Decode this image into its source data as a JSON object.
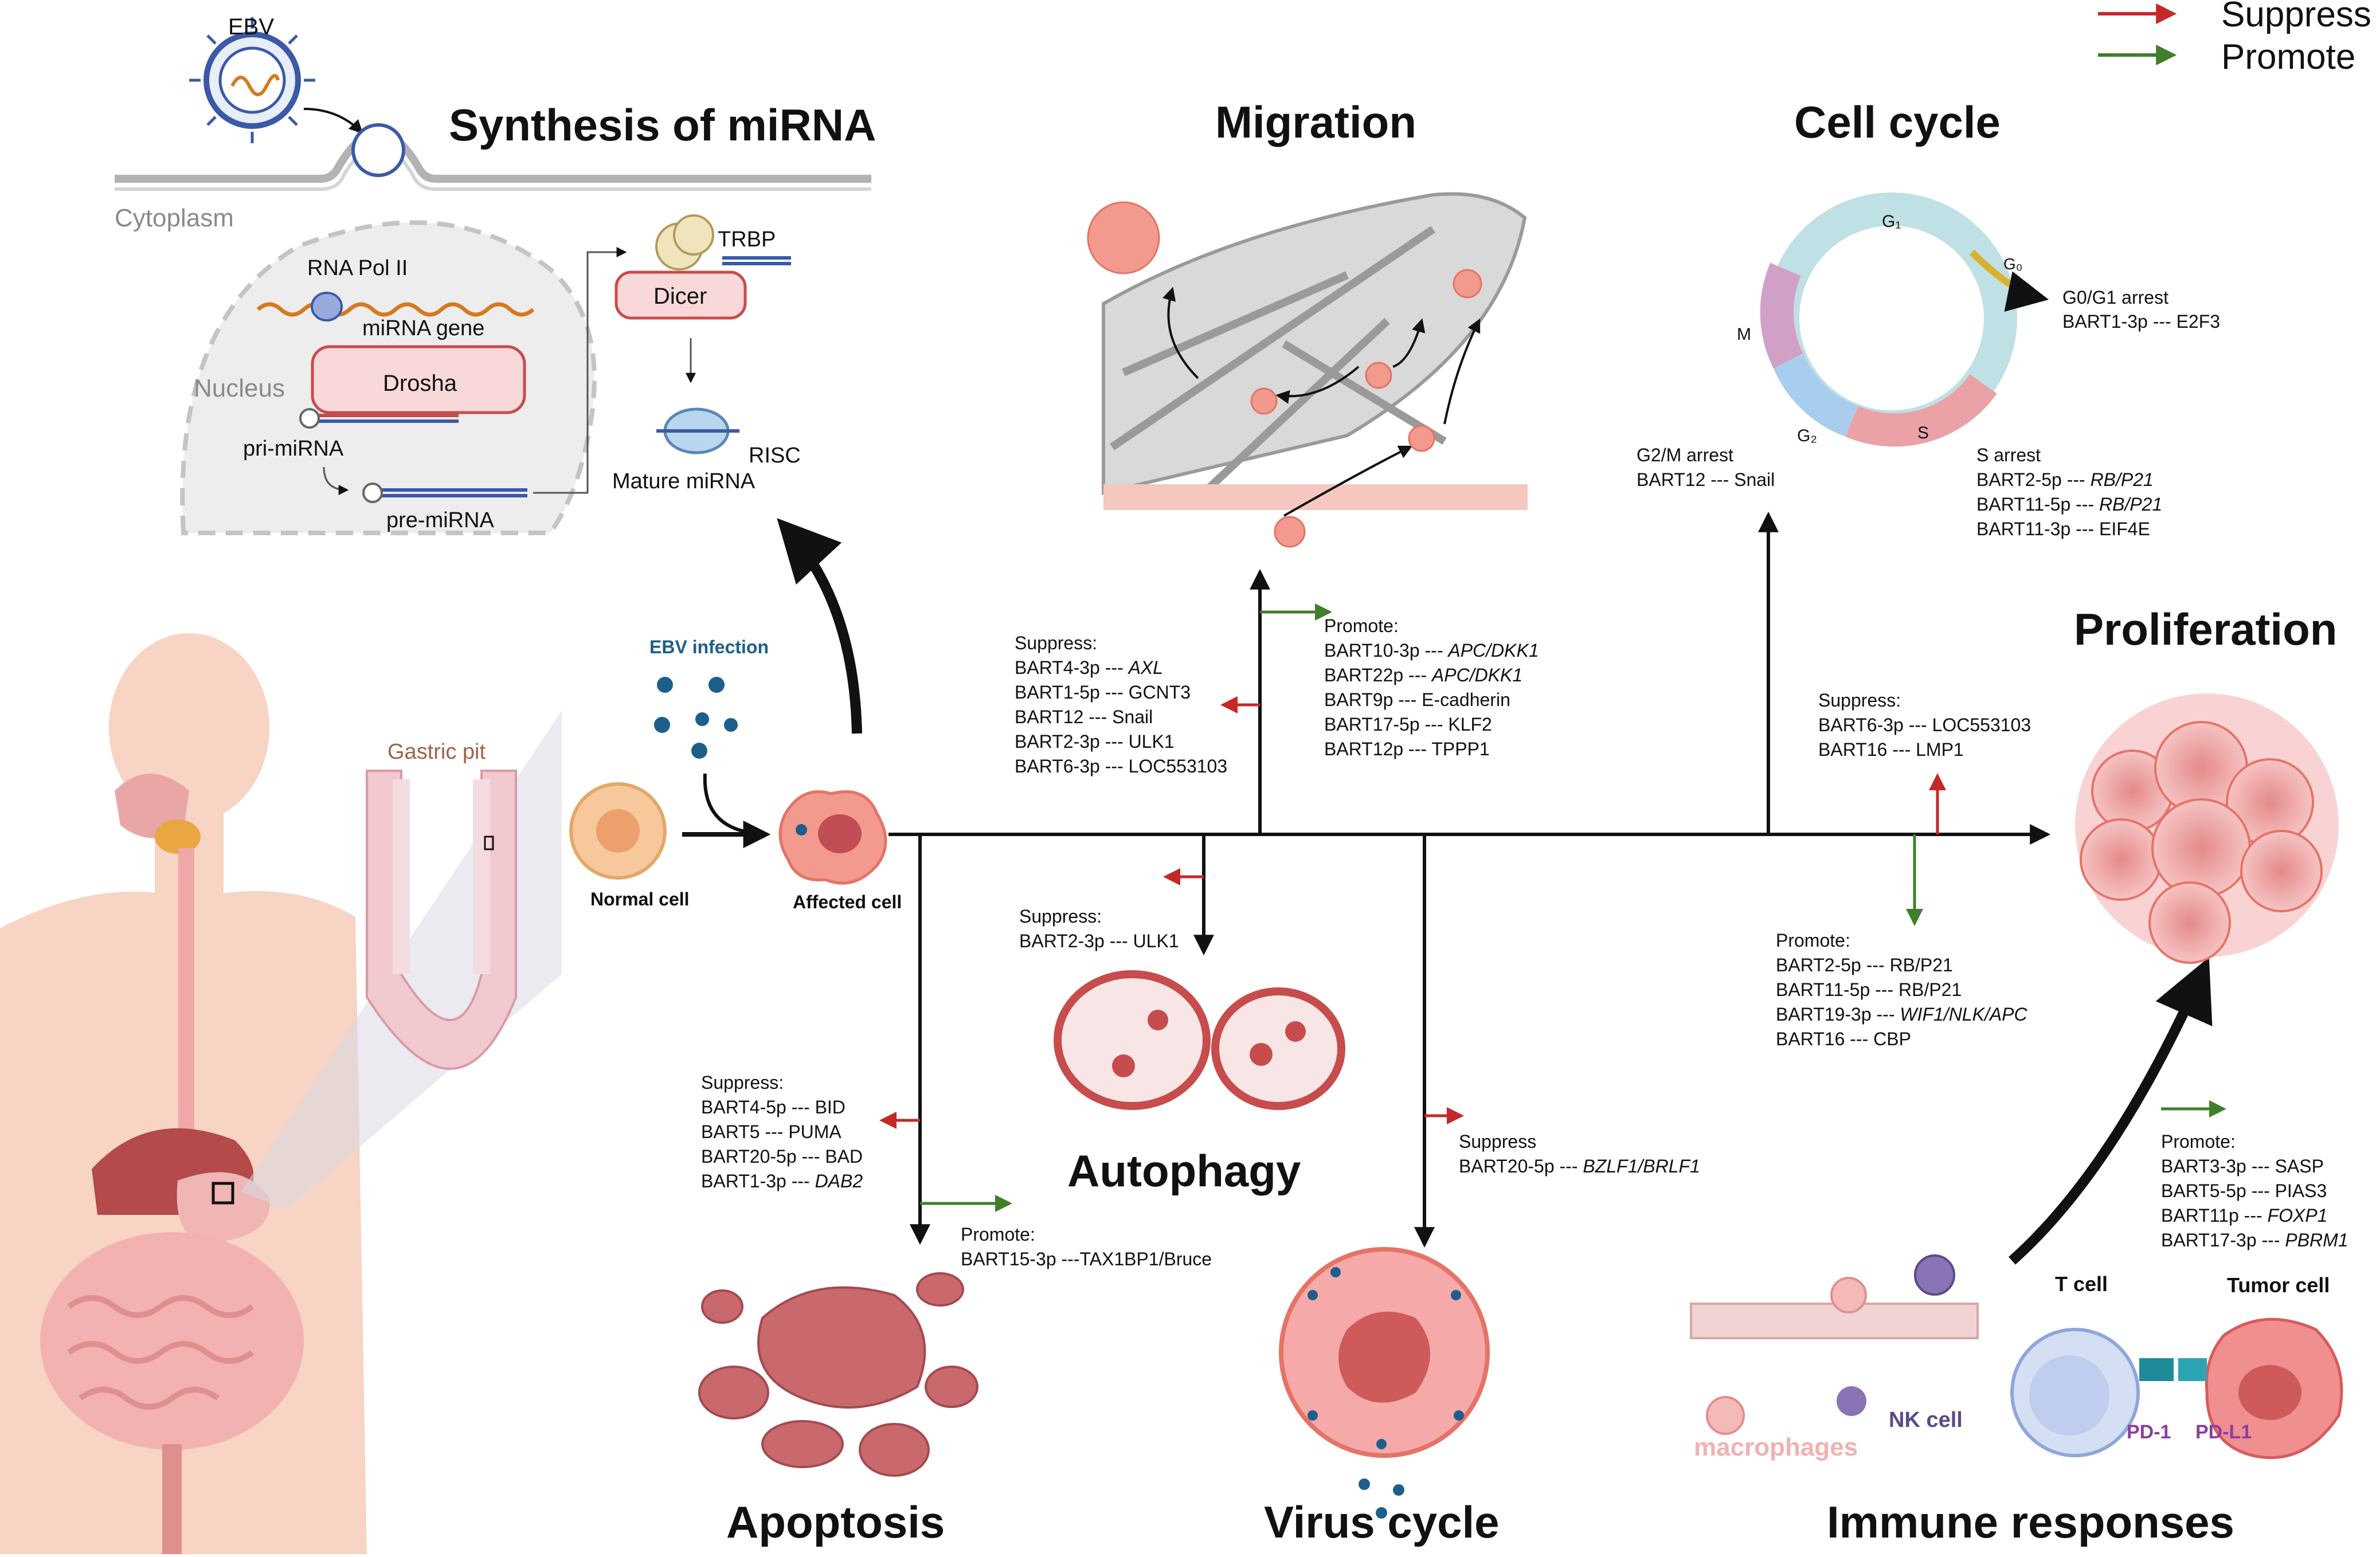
{
  "legend": {
    "suppress": "Suppress",
    "promote": "Promote",
    "suppress_color": "#c62828",
    "promote_color": "#3f7f2a"
  },
  "titles": {
    "synthesis": "Synthesis of miRNA",
    "migration": "Migration",
    "cell_cycle": "Cell cycle",
    "proliferation": "Proliferation",
    "autophagy": "Autophagy",
    "apoptosis": "Apoptosis",
    "virus_cycle": "Virus cycle",
    "immune": "Immune responses"
  },
  "synthesis_panel": {
    "ebv": "EBV",
    "cytoplasm": "Cytoplasm",
    "nucleus": "Nucleus",
    "rna_pol": "RNA Pol II",
    "mirna_gene": "miRNA gene",
    "drosha": "Drosha",
    "pri_mirna": "pri-miRNA",
    "pre_mirna": "pre-miRNA",
    "trbp": "TRBP",
    "dicer": "Dicer",
    "risc": "RISC",
    "mature": "Mature miRNA"
  },
  "center": {
    "ebv_infection": "EBV infection",
    "normal_cell": "Normal cell",
    "affected_cell": "Affected cell",
    "gastric_pit": "Gastric pit"
  },
  "cell_cycle_panel": {
    "g1": "G₁",
    "g0": "G₀",
    "s": "S",
    "g2": "G₂",
    "m": "M",
    "g0g1_title": "G0/G1 arrest",
    "g0g1_item": "BART1-3p --- E2F3",
    "g2m_title": "G2/M arrest",
    "g2m_item": "BART12 --- Snail",
    "s_title": "S arrest",
    "s_items": [
      {
        "a": "BART2-5p --- ",
        "b": "RB/P21"
      },
      {
        "a": "BART11-5p --- ",
        "b": "RB/P21"
      },
      {
        "a": "BART11-3p --- EIF4E",
        "b": ""
      }
    ]
  },
  "migration_suppress": {
    "title": "Suppress:",
    "items": [
      {
        "a": "BART4-3p --- ",
        "b": "AXL"
      },
      {
        "a": "BART1-5p --- GCNT3",
        "b": ""
      },
      {
        "a": "BART12 --- Snail",
        "b": ""
      },
      {
        "a": "BART2-3p --- ULK1",
        "b": ""
      },
      {
        "a": "BART6-3p --- LOC553103",
        "b": ""
      }
    ]
  },
  "migration_promote": {
    "title": "Promote:",
    "items": [
      {
        "a": "BART10-3p --- ",
        "b": "APC/DKK1"
      },
      {
        "a": "BART22p --- ",
        "b": "APC/DKK1"
      },
      {
        "a": "BART9p --- E-cadherin",
        "b": ""
      },
      {
        "a": "BART17-5p --- KLF2",
        "b": ""
      },
      {
        "a": "BART12p --- TPPP1",
        "b": ""
      }
    ]
  },
  "prolif_suppress": {
    "title": "Suppress:",
    "items": [
      {
        "a": "BART6-3p --- LOC553103",
        "b": ""
      },
      {
        "a": "BART16 --- LMP1",
        "b": ""
      }
    ]
  },
  "prolif_promote": {
    "title": "Promote:",
    "items": [
      {
        "a": "BART2-5p --- RB/P21",
        "b": ""
      },
      {
        "a": "BART11-5p --- RB/P21",
        "b": ""
      },
      {
        "a": "BART19-3p --- ",
        "b": "WIF1/NLK/APC"
      },
      {
        "a": "BART16 --- CBP",
        "b": ""
      }
    ]
  },
  "autophagy_suppress": {
    "title": "Suppress:",
    "items": [
      {
        "a": "BART2-3p --- ULK1",
        "b": ""
      }
    ]
  },
  "apoptosis_suppress": {
    "title": "Suppress:",
    "items": [
      {
        "a": "BART4-5p --- BID",
        "b": ""
      },
      {
        "a": "BART5 --- PUMA",
        "b": ""
      },
      {
        "a": "BART20-5p --- BAD",
        "b": ""
      },
      {
        "a": "BART1-3p --- ",
        "b": "DAB2"
      }
    ]
  },
  "apoptosis_promote": {
    "title": "Promote:",
    "items": [
      {
        "a": "BART15-3p ---TAX1BP1/Bruce",
        "b": ""
      }
    ]
  },
  "virus_suppress": {
    "title": "Suppress",
    "items": [
      {
        "a": "BART20-5p --- ",
        "b": "BZLF1/BRLF1"
      }
    ]
  },
  "immune_promote": {
    "title": "Promote:",
    "items": [
      {
        "a": "BART3-3p --- SASP",
        "b": ""
      },
      {
        "a": "BART5-5p --- PIAS3",
        "b": ""
      },
      {
        "a": "BART11p --- ",
        "b": "FOXP1"
      },
      {
        "a": "BART17-3p --- ",
        "b": "PBRM1"
      }
    ]
  },
  "immune_panel": {
    "t_cell": "T cell",
    "tumor_cell": "Tumor cell",
    "pd1": "PD-1",
    "pdl1": "PD-L1",
    "macrophages": "macrophages",
    "nk_cell": "NK cell"
  }
}
